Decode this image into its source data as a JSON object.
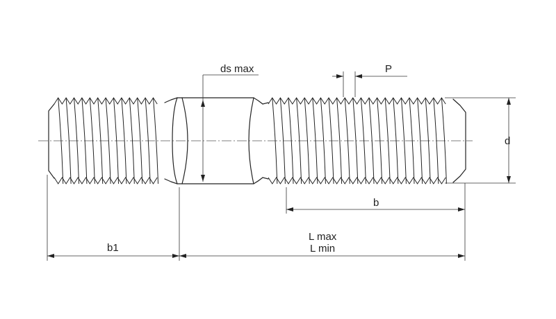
{
  "labels": {
    "ds": "ds max",
    "p": "P",
    "d": "d",
    "b": "b",
    "b1": "b1",
    "lmax": "L max",
    "lmin": "L min"
  },
  "colors": {
    "line": "#222222",
    "background": "#ffffff"
  }
}
